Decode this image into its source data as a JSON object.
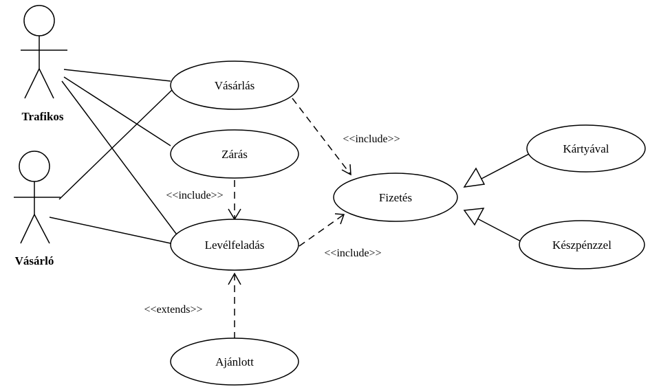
{
  "actors": {
    "trafikos": {
      "label": "Trafikos",
      "icon": "stick-figure"
    },
    "vasarlo": {
      "label": "Vásárló",
      "icon": "stick-figure"
    }
  },
  "use_cases": {
    "vasarlas": "Vásárlás",
    "zaras": "Zárás",
    "levelfeladas": "Levélfeladás",
    "ajanlott": "Ajánlott",
    "fizetes": "Fizetés",
    "kartyaval": "Kártyával",
    "keszpenzzel": "Készpénzzel"
  },
  "relations": {
    "include_vasarlas_fizetes": "<<include>>",
    "include_zaras_levelfeladas": "<<include>>",
    "include_levelfeladas_fizetes": "<<include>>",
    "extends_ajanlott_levelfeladas": "<<extends>>"
  },
  "colors": {
    "stroke": "#000000",
    "background": "#ffffff"
  }
}
